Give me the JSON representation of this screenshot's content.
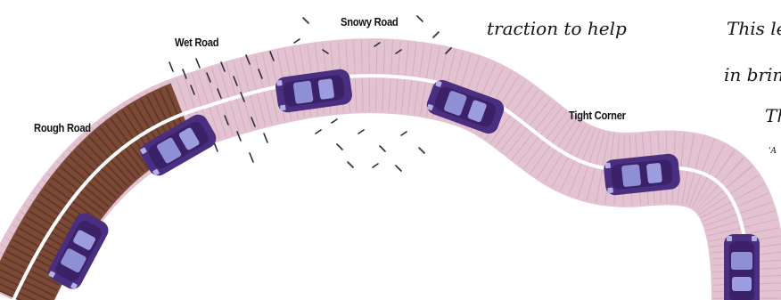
{
  "road_labels": {
    "rough_road": "Rough Road",
    "wet_road": "Wet Road",
    "snowy_road": "Snowy Road",
    "tight_corner": "Tight Corner"
  },
  "body_text": {
    "line_traction": "traction to help",
    "line_1": "This le",
    "line_2": "in brin",
    "line_3": "Th",
    "footnote": "'A"
  },
  "colors": {
    "road": "#e3c3d1",
    "rough_surface": "#7a4a36",
    "center_line": "#ffffff",
    "car_body": "#4a2f80",
    "car_window": "#8f8fd6"
  },
  "icons": [
    "car-icon"
  ]
}
